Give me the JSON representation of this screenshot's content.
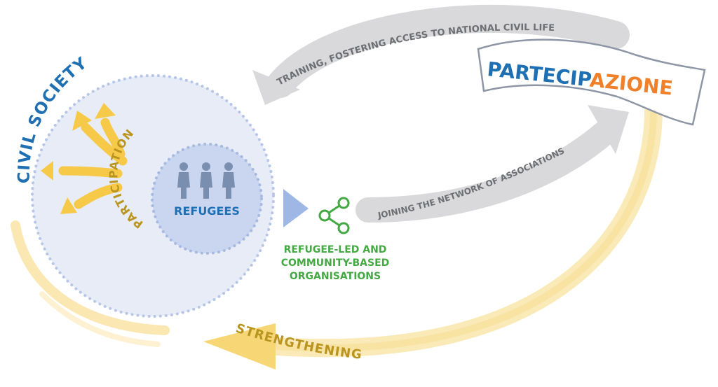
{
  "labels": {
    "civil_society": "CIVIL SOCIETY",
    "participation": "PARTICIPATION",
    "refugees": "REFUGEES",
    "org_line1": "REFUGEE-LED AND",
    "org_line2": "COMMUNITY-BASED",
    "org_line3": "ORGANISATIONS",
    "training": "TRAINING, FOSTERING ACCESS TO NATIONAL CIVIL LIFE",
    "joining": "JOINING THE NETWORK OF ASSOCIATIONS",
    "strengthening": "STRENGTHENING"
  },
  "logo": {
    "part1": "PARTECIP",
    "part2": "AZIONE"
  },
  "colors": {
    "blue": "#1f6fb3",
    "orange": "#f0802a",
    "gold": "#b9951f",
    "green": "#44a843",
    "grey_arrow": "#d9d9db",
    "grey_text": "#6d6f73",
    "yellow_arrow": "#f7c948",
    "yellow_pale": "#faeab8"
  },
  "icons": [
    "people-icon",
    "share-network-icon"
  ]
}
